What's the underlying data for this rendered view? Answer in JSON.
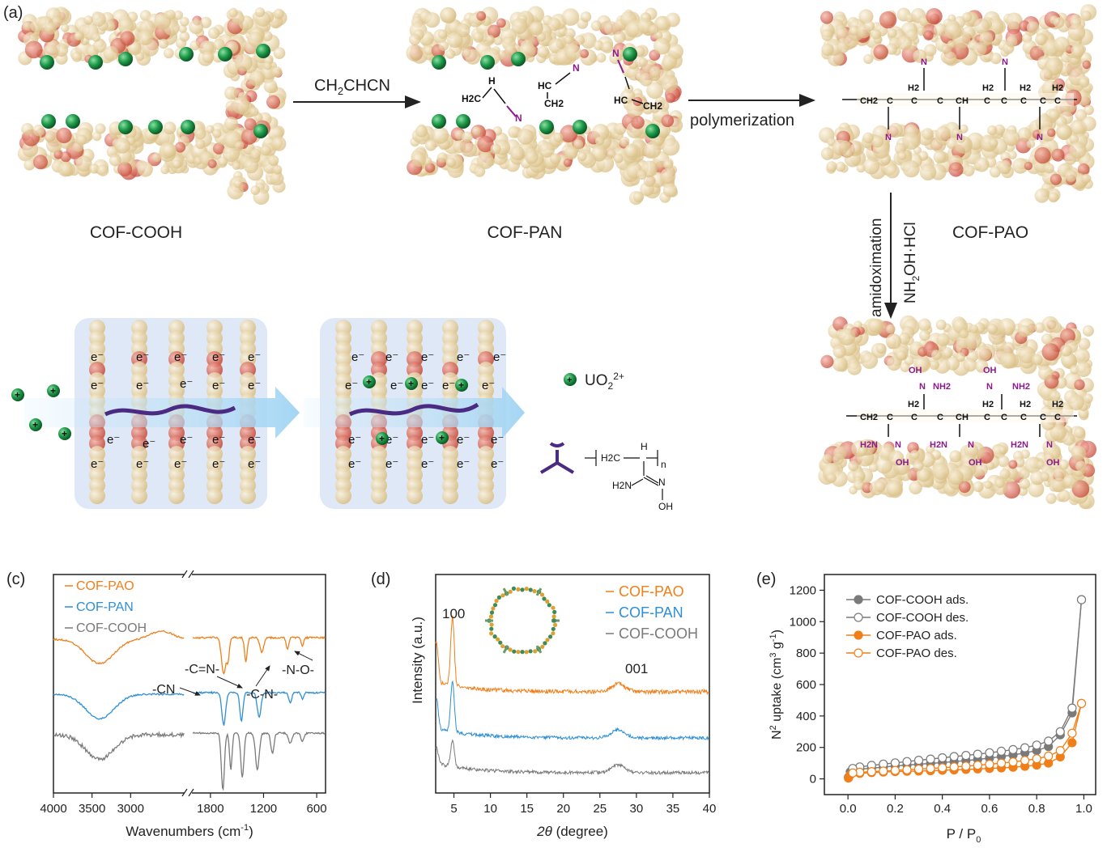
{
  "panel_a": {
    "panel_label": "(a)",
    "reagent_1_main": "CH",
    "reagent_1_sub": "2",
    "reagent_1_main2": "CHCN",
    "step_2_label": "polymerization",
    "step_3_label": "amidoximation",
    "step_3_reagent_main": "NH",
    "step_3_reagent_sub": "2",
    "step_3_reagent_main2": "OH·HCl",
    "material_1": "COF-COOH",
    "material_2": "COF-PAN",
    "material_3": "COF-PAO",
    "legend_ion_main": "UO",
    "legend_ion_sub": "2",
    "legend_ion_sup": "2+",
    "polymer_unit_h2c": "H2C",
    "polymer_unit_h": "H",
    "polymer_unit_n_sub": "n",
    "polymer_unit_h2n": "H2N",
    "polymer_unit_n": "N",
    "polymer_unit_oh": "OH",
    "electron_label": "e⁻",
    "acrylonitrile_h2c": "H2C",
    "acrylonitrile_h": "H",
    "acrylonitrile_c": "C",
    "acrylonitrile_n": "N",
    "acrylonitrile_hc": "HC",
    "acrylonitrile_ch2": "CH2",
    "chain_ch2": "CH2",
    "chain_h2": "H2",
    "chain_h": "H",
    "chain_c": "C",
    "chain_ch": "CH",
    "chain_n": "N",
    "chain_oh": "OH",
    "chain_nh2": "NH2",
    "chain_h2n": "H2N"
  },
  "chart_data": [
    {
      "panel_label": "(c)",
      "type": "line",
      "xlabel": "Wavenumbers (cm-1)",
      "x_ticks": [
        "4000",
        "3500",
        "3000",
        "1800",
        "1200",
        "600"
      ],
      "x_axis_break": true,
      "series": [
        {
          "name": "COF-PAO",
          "color": "#f07f1a"
        },
        {
          "name": "COF-PAN",
          "color": "#2e8fd6"
        },
        {
          "name": "COF-COOH",
          "color": "#7a7a7a"
        }
      ],
      "annotations": [
        "-CN",
        "-C=N-",
        "-C-N-",
        "-N-O-"
      ]
    },
    {
      "panel_label": "(d)",
      "type": "line",
      "xlabel": "2θ (degree)",
      "ylabel": "Intensity (a.u.)",
      "xlim": [
        2.5,
        40
      ],
      "x_ticks": [
        5,
        10,
        15,
        20,
        25,
        30,
        35,
        40
      ],
      "series": [
        {
          "name": "COF-PAO",
          "color": "#f07f1a"
        },
        {
          "name": "COF-PAN",
          "color": "#2e8fd6"
        },
        {
          "name": "COF-COOH",
          "color": "#7a7a7a"
        }
      ],
      "peak_labels": [
        "100",
        "001"
      ]
    },
    {
      "panel_label": "(e)",
      "type": "line",
      "xlabel": "P / P0",
      "ylabel": "N2 uptake (cm3 g-1)",
      "xlim": [
        -0.1,
        1.05
      ],
      "ylim": [
        -100,
        1300
      ],
      "x_ticks": [
        0.0,
        0.2,
        0.4,
        0.6,
        0.8,
        1.0
      ],
      "y_ticks": [
        0,
        200,
        400,
        600,
        800,
        1000,
        1200
      ],
      "series": [
        {
          "name": "COF-COOH ads.",
          "color": "#7a7a7a",
          "filled": true,
          "x": [
            0.002,
            0.01,
            0.05,
            0.1,
            0.15,
            0.2,
            0.25,
            0.3,
            0.35,
            0.4,
            0.45,
            0.5,
            0.55,
            0.6,
            0.65,
            0.7,
            0.75,
            0.8,
            0.85,
            0.9,
            0.95,
            0.99
          ],
          "y": [
            10,
            45,
            62,
            68,
            75,
            82,
            88,
            93,
            98,
            104,
            110,
            116,
            124,
            132,
            142,
            152,
            165,
            180,
            205,
            280,
            420,
            1140
          ]
        },
        {
          "name": "COF-COOH des.",
          "color": "#7a7a7a",
          "filled": false,
          "x": [
            0.99,
            0.95,
            0.9,
            0.85,
            0.8,
            0.75,
            0.7,
            0.65,
            0.6,
            0.55,
            0.5,
            0.45,
            0.4,
            0.35,
            0.3,
            0.25,
            0.2,
            0.15,
            0.1,
            0.05,
            0.02
          ],
          "y": [
            1140,
            450,
            300,
            240,
            215,
            198,
            186,
            176,
            166,
            157,
            149,
            142,
            134,
            126,
            118,
            110,
            102,
            94,
            86,
            76,
            66
          ]
        },
        {
          "name": "COF-PAO ads.",
          "color": "#f07f1a",
          "filled": true,
          "x": [
            0.002,
            0.01,
            0.05,
            0.1,
            0.15,
            0.2,
            0.25,
            0.3,
            0.35,
            0.4,
            0.45,
            0.5,
            0.55,
            0.6,
            0.65,
            0.7,
            0.75,
            0.8,
            0.85,
            0.9,
            0.95,
            0.99
          ],
          "y": [
            5,
            25,
            35,
            40,
            43,
            46,
            48,
            50,
            52,
            55,
            57,
            60,
            63,
            66,
            70,
            74,
            80,
            88,
            100,
            140,
            230,
            480
          ]
        },
        {
          "name": "COF-PAO des.",
          "color": "#f07f1a",
          "filled": false,
          "x": [
            0.99,
            0.95,
            0.9,
            0.85,
            0.8,
            0.75,
            0.7,
            0.65,
            0.6,
            0.55,
            0.5,
            0.45,
            0.4,
            0.35,
            0.3,
            0.25,
            0.2,
            0.15,
            0.1,
            0.05,
            0.02
          ],
          "y": [
            480,
            290,
            180,
            145,
            128,
            117,
            108,
            100,
            93,
            87,
            81,
            76,
            71,
            66,
            62,
            58,
            54,
            50,
            46,
            42,
            38
          ]
        }
      ]
    }
  ],
  "ftir_label_overrides": {
    "xlabel_main": "Wavenumbers (cm",
    "xlabel_sup": "-1",
    "xlabel_end": ")"
  },
  "pxrd_label_overrides": {
    "xlabel_theta": "2θ",
    "xlabel_rest": " (degree)"
  },
  "bet_label_overrides": {
    "ylabel_a": "N",
    "ylabel_b": "2",
    "ylabel_c": " uptake (cm",
    "ylabel_d": "3",
    "ylabel_e": " g",
    "ylabel_f": "-1",
    "ylabel_g": ")",
    "xlabel_a": "P / P",
    "xlabel_b": "0"
  },
  "colors": {
    "orange": "#f07f1a",
    "blue": "#2e8fd6",
    "gray": "#7a7a7a",
    "purple": "#8b1a8b",
    "green_ion": "#1f9a4a",
    "cof_tan": "#e8d6ad",
    "cof_red": "#d97a6a",
    "panel_bg": "#dbe6f5",
    "arrow_blue": "#a9d8f5"
  }
}
